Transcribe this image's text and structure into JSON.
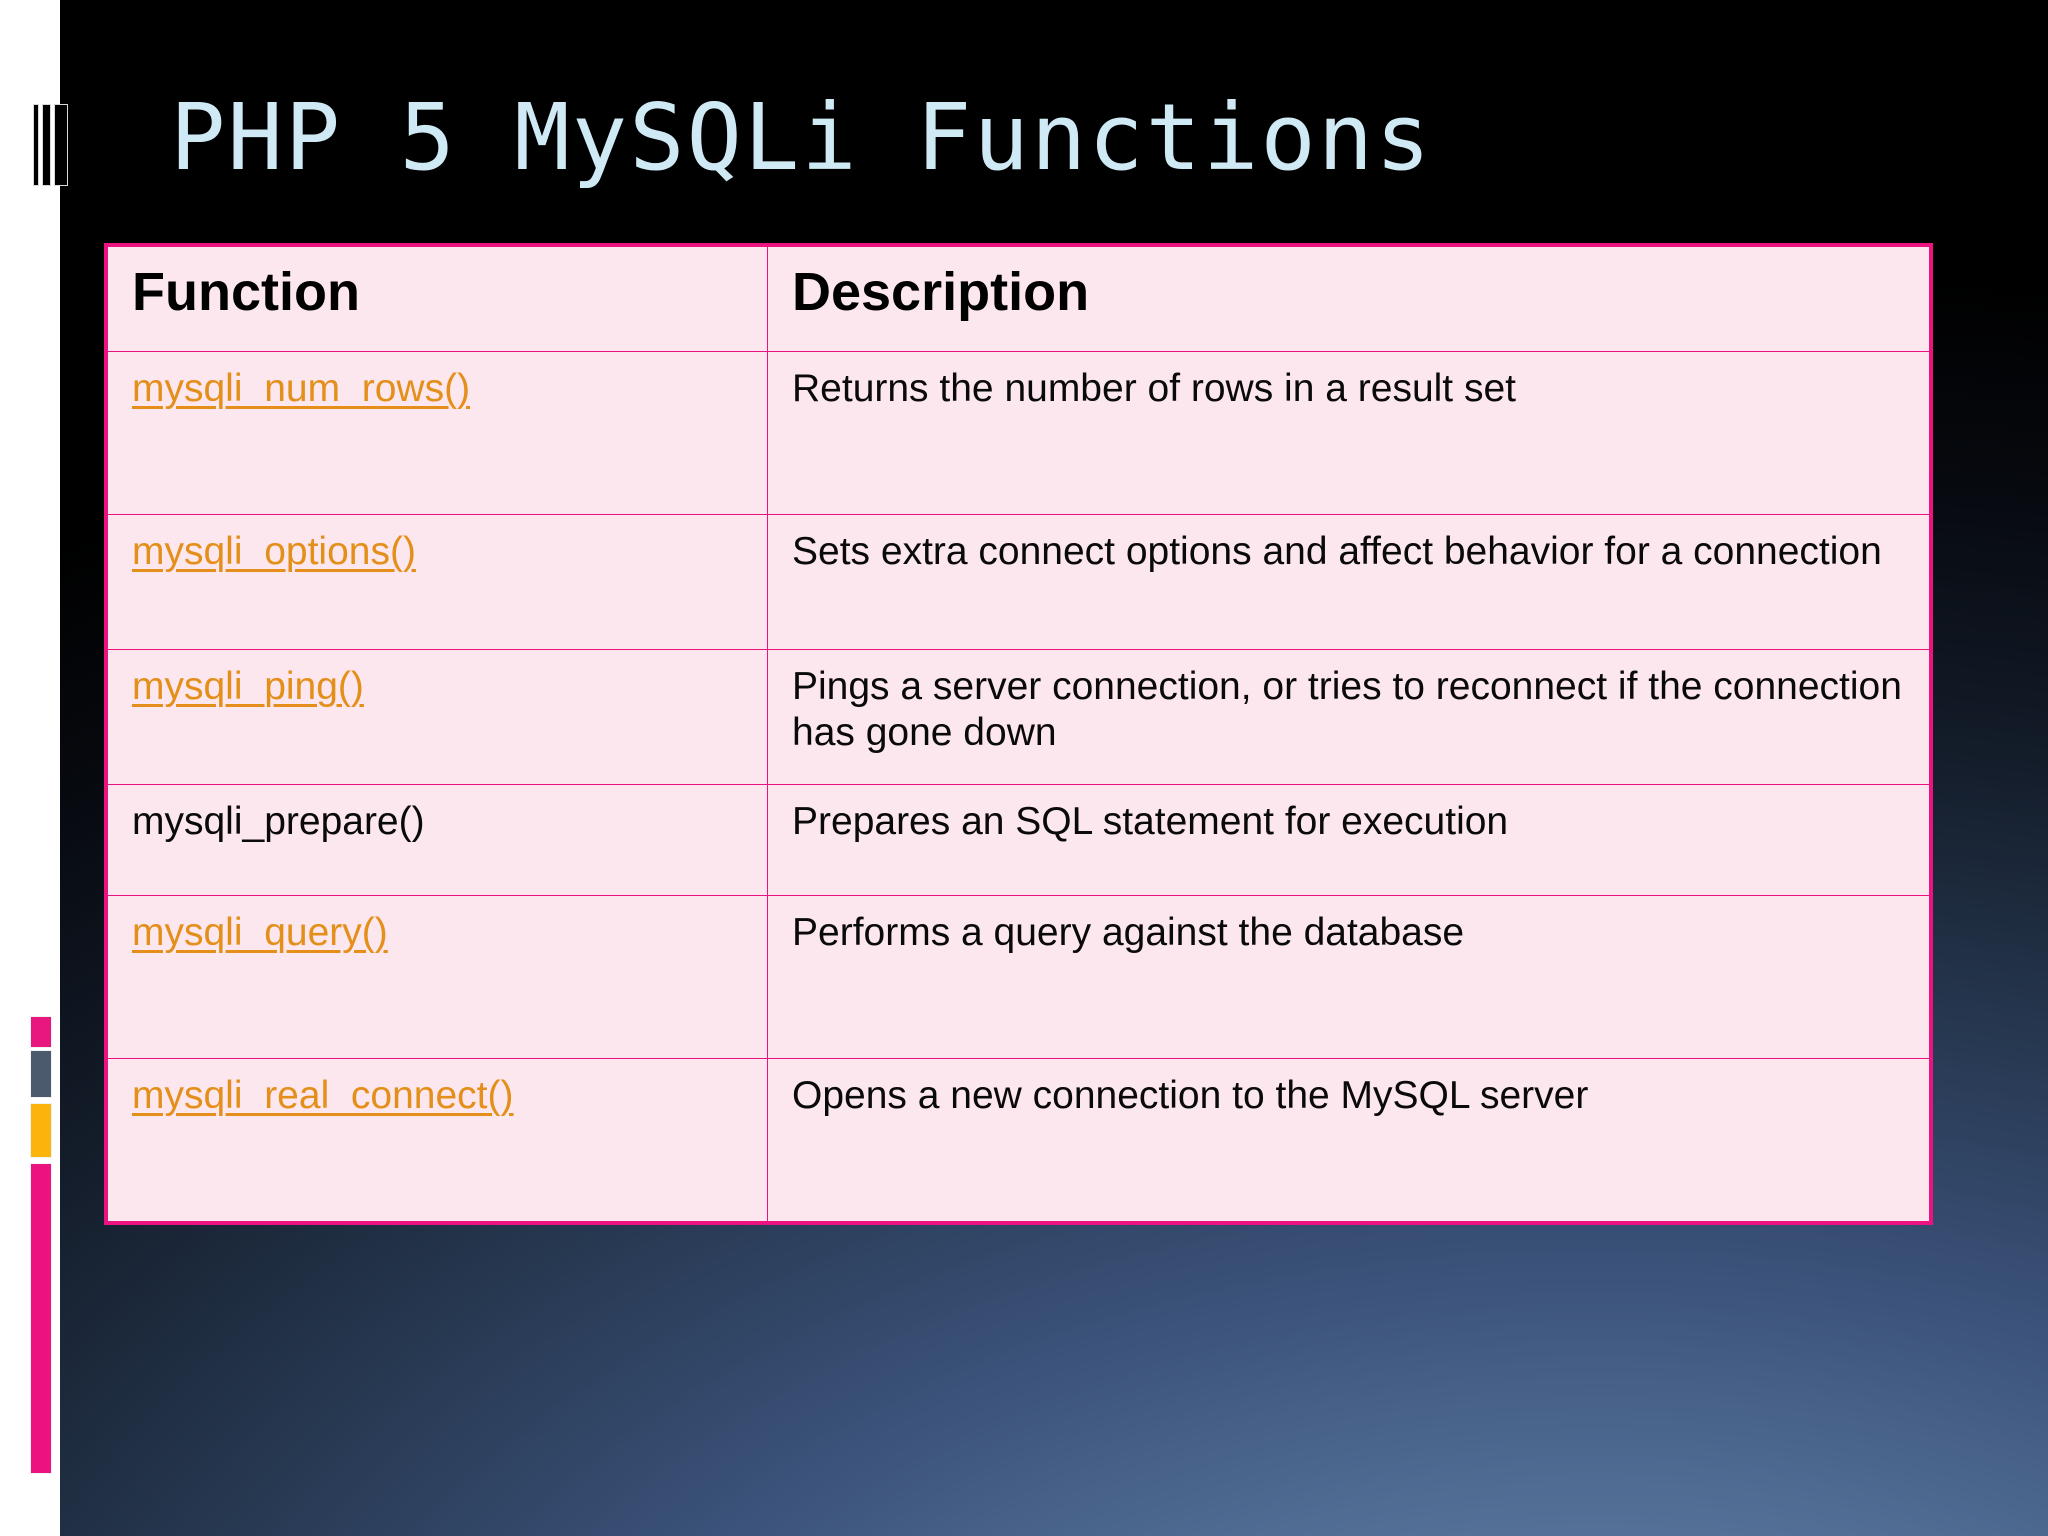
{
  "slide": {
    "title": "PHP 5 MySQLi Functions",
    "background_color": "#000000",
    "accent_pink": "#ec1280",
    "link_orange": "#e38f1a",
    "table_fill": "#fce7ee",
    "title_color": "#cfe9f5"
  },
  "decor": {
    "strip_color": "#ffffff",
    "swatches": [
      {
        "name": "pink-small",
        "color": "#e8177f"
      },
      {
        "name": "slate",
        "color": "#4c5a6e"
      },
      {
        "name": "amber",
        "color": "#fab40b"
      },
      {
        "name": "pink-long",
        "color": "#ec1280"
      }
    ],
    "bars": [
      {
        "name": "bar-1",
        "color": "#000000"
      },
      {
        "name": "bar-2",
        "color": "#000000"
      },
      {
        "name": "bar-3",
        "color": "#000000"
      }
    ]
  },
  "table": {
    "headers": [
      "Function",
      "Description"
    ],
    "rows": [
      {
        "function": "mysqli_num_rows()",
        "is_link": true,
        "description": "Returns the number of rows in a result set"
      },
      {
        "function": "mysqli_options()",
        "is_link": true,
        "description": "Sets extra connect options and affect behavior for a connection"
      },
      {
        "function": "mysqli_ping()",
        "is_link": true,
        "description": "Pings a server connection, or tries to reconnect if the connection has gone down"
      },
      {
        "function": "mysqli_prepare()",
        "is_link": false,
        "description": "Prepares an SQL statement for execution"
      },
      {
        "function": "mysqli_query()",
        "is_link": true,
        "description": "Performs a query against the database"
      },
      {
        "function": "mysqli_real_connect()",
        "is_link": true,
        "description": "Opens a new connection to the MySQL server"
      }
    ]
  }
}
